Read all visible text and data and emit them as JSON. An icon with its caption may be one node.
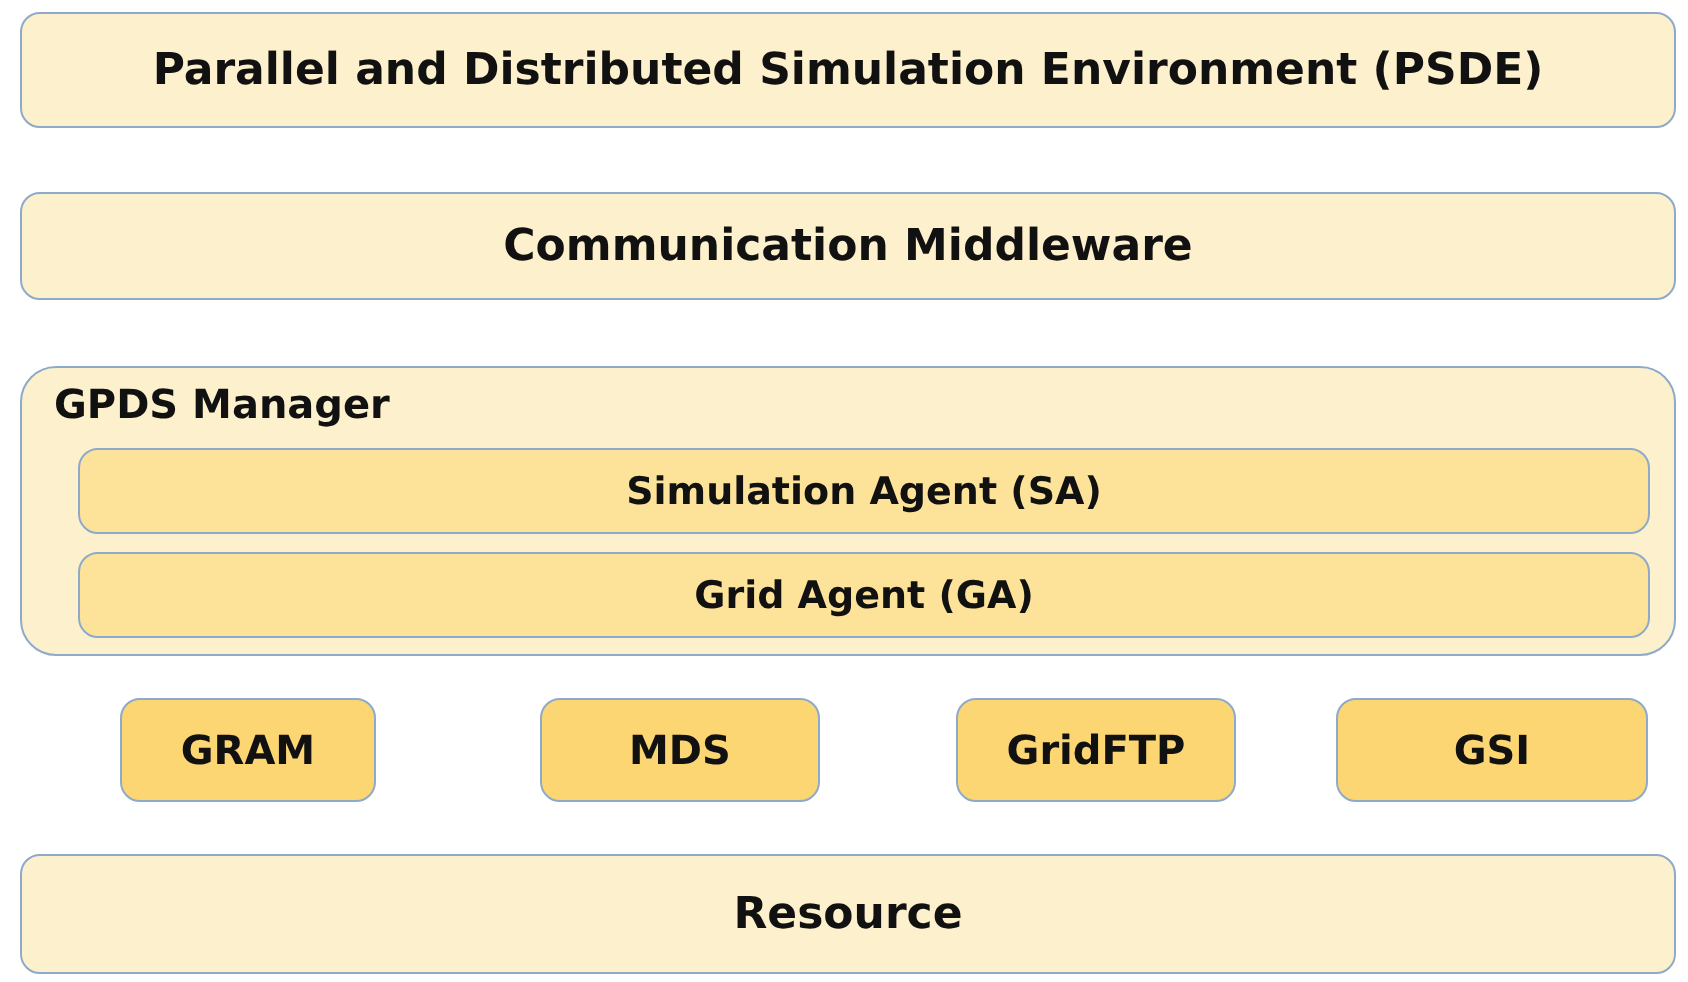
{
  "diagram": {
    "nodes": [
      {
        "text": [
          "Parallel and Distributed Simulation Environment (PSDE)"
        ]
      },
      {
        "text": [
          "Communication Middleware"
        ]
      },
      {
        "text": [
          "GPDS Manager"
        ]
      },
      {
        "text": [
          "Simulation Agent (SA)"
        ],
        "in": 2
      },
      {
        "text": [
          "Grid Agent (GA)"
        ],
        "in": 2
      },
      {
        "text": [
          "GRAM"
        ]
      },
      {
        "text": [
          "MDS"
        ]
      },
      {
        "text": [
          "GridFTP"
        ]
      },
      {
        "text": [
          "GSI"
        ]
      },
      {
        "text": [
          "Resource"
        ]
      }
    ],
    "edges": []
  }
}
